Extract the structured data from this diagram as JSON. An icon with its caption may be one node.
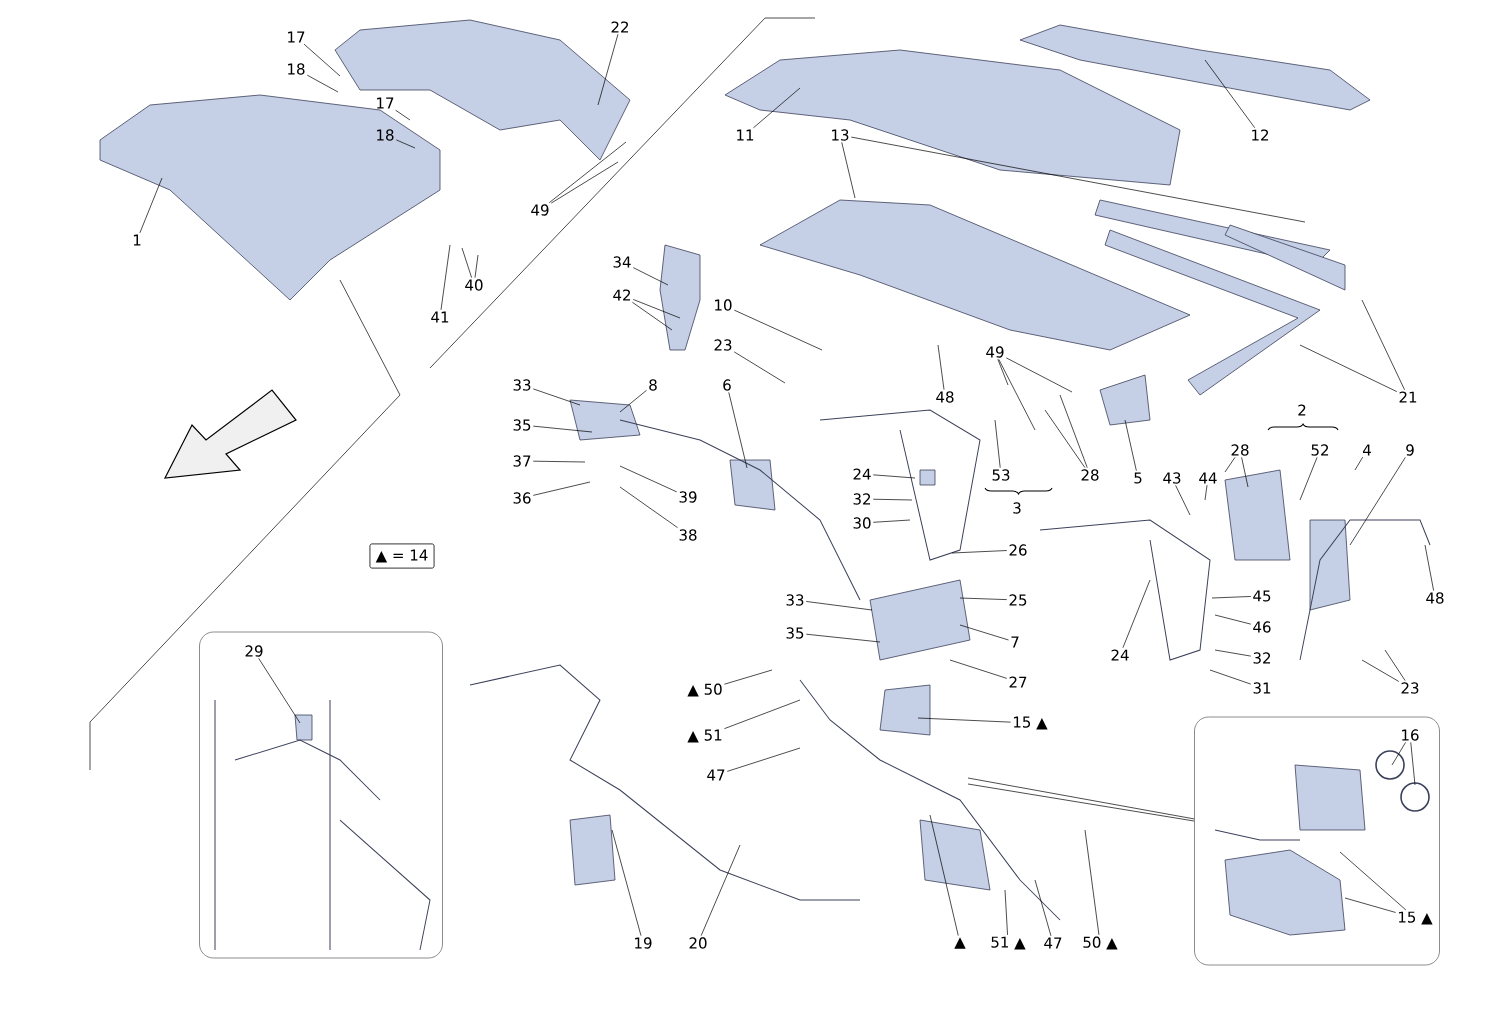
{
  "diagram": {
    "nodes": [
      {
        "text": [
          "17"
        ]
      },
      {
        "text": [
          "18"
        ]
      },
      {
        "text": [
          "22"
        ]
      },
      {
        "text": [
          "17"
        ]
      },
      {
        "text": [
          "18"
        ]
      },
      {
        "text": [
          "1"
        ]
      },
      {
        "text": [
          "49"
        ]
      },
      {
        "text": [
          "40"
        ]
      },
      {
        "text": [
          "41"
        ]
      },
      {
        "text": [
          "11"
        ]
      },
      {
        "text": [
          "13"
        ]
      },
      {
        "text": [
          "12"
        ]
      },
      {
        "text": [
          "34"
        ]
      },
      {
        "text": [
          "42"
        ]
      },
      {
        "text": [
          "10"
        ]
      },
      {
        "text": [
          "23"
        ]
      },
      {
        "text": [
          "49"
        ]
      },
      {
        "text": [
          "48"
        ]
      },
      {
        "text": [
          "21"
        ]
      },
      {
        "text": [
          "33"
        ]
      },
      {
        "text": [
          "8"
        ]
      },
      {
        "text": [
          "6"
        ]
      },
      {
        "text": [
          "35"
        ]
      },
      {
        "text": [
          "2"
        ]
      },
      {
        "text": [
          "28"
        ]
      },
      {
        "text": [
          "52"
        ]
      },
      {
        "text": [
          "4"
        ]
      },
      {
        "text": [
          "9"
        ]
      },
      {
        "text": [
          "37"
        ]
      },
      {
        "text": [
          "24"
        ]
      },
      {
        "text": [
          "53"
        ]
      },
      {
        "text": [
          "28"
        ]
      },
      {
        "text": [
          "5"
        ]
      },
      {
        "text": [
          "43"
        ]
      },
      {
        "text": [
          "44"
        ]
      },
      {
        "text": [
          "39"
        ]
      },
      {
        "text": [
          "36"
        ]
      },
      {
        "text": [
          "32"
        ]
      },
      {
        "text": [
          "3"
        ]
      },
      {
        "text": [
          "30"
        ]
      },
      {
        "text": [
          "38"
        ]
      },
      {
        "text": [
          "26"
        ]
      },
      {
        "text": [
          "▲ = 14"
        ]
      },
      {
        "text": [
          "45"
        ]
      },
      {
        "text": [
          "48"
        ]
      },
      {
        "text": [
          "33"
        ]
      },
      {
        "text": [
          "25"
        ]
      },
      {
        "text": [
          "46"
        ]
      },
      {
        "text": [
          "35"
        ]
      },
      {
        "text": [
          "7"
        ]
      },
      {
        "text": [],
        "shape": "box"
      },
      {
        "text": [
          "29"
        ],
        "in": 50
      },
      {
        "text": [
          "24"
        ]
      },
      {
        "text": [
          "32"
        ]
      },
      {
        "text": [
          "27"
        ]
      },
      {
        "text": [
          "31"
        ]
      },
      {
        "text": [
          "23"
        ]
      },
      {
        "text": [
          "▲ 50"
        ]
      },
      {
        "text": [],
        "shape": "box"
      },
      {
        "text": [
          "15 ▲"
        ]
      },
      {
        "text": [
          "16"
        ],
        "in": 58
      },
      {
        "text": [
          "▲ 51"
        ]
      },
      {
        "text": [
          "47"
        ]
      },
      {
        "text": [
          "15 ▲"
        ],
        "in": 58
      },
      {
        "text": [
          "19"
        ]
      },
      {
        "text": [
          "20"
        ]
      },
      {
        "text": [
          "▲"
        ]
      },
      {
        "text": [
          "51 ▲"
        ]
      },
      {
        "text": [
          "47"
        ]
      },
      {
        "text": [
          "50 ▲"
        ]
      }
    ],
    "edges": [
      {
        "from": 0,
        "to": null,
        "arrow": "none"
      },
      {
        "from": 1,
        "to": null,
        "arrow": "none"
      },
      {
        "from": 2,
        "to": null,
        "arrow": "none"
      },
      {
        "from": 3,
        "to": null,
        "arrow": "none"
      },
      {
        "from": 4,
        "to": null,
        "arrow": "none"
      },
      {
        "from": 5,
        "to": null,
        "arrow": "none"
      },
      {
        "from": 6,
        "to": null,
        "arrow": "none"
      },
      {
        "from": 6,
        "to": null,
        "arrow": "none"
      },
      {
        "from": 7,
        "to": null,
        "arrow": "none"
      },
      {
        "from": 7,
        "to": null,
        "arrow": "none"
      },
      {
        "from": 8,
        "to": null,
        "arrow": "none"
      },
      {
        "from": 9,
        "to": null,
        "arrow": "none"
      },
      {
        "from": 10,
        "to": null,
        "arrow": "none"
      },
      {
        "from": 10,
        "to": null,
        "arrow": "none"
      },
      {
        "from": 11,
        "to": null,
        "arrow": "none"
      },
      {
        "from": 12,
        "to": null,
        "arrow": "none"
      },
      {
        "from": 13,
        "to": null,
        "arrow": "none"
      },
      {
        "from": 13,
        "to": null,
        "arrow": "none"
      },
      {
        "from": 14,
        "to": null,
        "arrow": "none"
      },
      {
        "from": 15,
        "to": null,
        "arrow": "none"
      },
      {
        "from": 16,
        "to": null,
        "arrow": "none"
      },
      {
        "from": 16,
        "to": null,
        "arrow": "none"
      },
      {
        "from": 16,
        "to": null,
        "arrow": "none"
      },
      {
        "from": 17,
        "to": null,
        "arrow": "none"
      },
      {
        "from": 18,
        "to": null,
        "arrow": "none"
      },
      {
        "from": 18,
        "to": null,
        "arrow": "none"
      },
      {
        "from": 19,
        "to": null,
        "arrow": "none"
      },
      {
        "from": 20,
        "to": null,
        "arrow": "none"
      },
      {
        "from": 21,
        "to": null,
        "arrow": "none"
      },
      {
        "from": 22,
        "to": null,
        "arrow": "none"
      },
      {
        "from": 24,
        "to": null,
        "arrow": "none"
      },
      {
        "from": 24,
        "to": null,
        "arrow": "none"
      },
      {
        "from": 25,
        "to": null,
        "arrow": "none"
      },
      {
        "from": 26,
        "to": null,
        "arrow": "none"
      },
      {
        "from": 27,
        "to": null,
        "arrow": "none"
      },
      {
        "from": 28,
        "to": null,
        "arrow": "none"
      },
      {
        "from": 29,
        "to": null,
        "arrow": "none"
      },
      {
        "from": 30,
        "to": null,
        "arrow": "none"
      },
      {
        "from": 31,
        "to": null,
        "arrow": "none"
      },
      {
        "from": 31,
        "to": null,
        "arrow": "none"
      },
      {
        "from": 32,
        "to": null,
        "arrow": "none"
      },
      {
        "from": 33,
        "to": null,
        "arrow": "none"
      },
      {
        "from": 34,
        "to": null,
        "arrow": "none"
      },
      {
        "from": 35,
        "to": null,
        "arrow": "none"
      },
      {
        "from": 36,
        "to": null,
        "arrow": "none"
      },
      {
        "from": 37,
        "to": null,
        "arrow": "none"
      },
      {
        "from": 39,
        "to": null,
        "arrow": "none"
      },
      {
        "from": 40,
        "to": null,
        "arrow": "none"
      },
      {
        "from": 41,
        "to": null,
        "arrow": "none"
      },
      {
        "from": 43,
        "to": null,
        "arrow": "none"
      },
      {
        "from": 44,
        "to": null,
        "arrow": "none"
      },
      {
        "from": 45,
        "to": null,
        "arrow": "none"
      },
      {
        "from": 46,
        "to": null,
        "arrow": "none"
      },
      {
        "from": 47,
        "to": null,
        "arrow": "none"
      },
      {
        "from": 48,
        "to": null,
        "arrow": "none"
      },
      {
        "from": 49,
        "to": null,
        "arrow": "none"
      },
      {
        "from": 51,
        "to": null,
        "arrow": "none"
      },
      {
        "from": 52,
        "to": null,
        "arrow": "none"
      },
      {
        "from": 53,
        "to": null,
        "arrow": "none"
      },
      {
        "from": 54,
        "to": null,
        "arrow": "none"
      },
      {
        "from": 55,
        "to": null,
        "arrow": "none"
      },
      {
        "from": 56,
        "to": null,
        "arrow": "none"
      },
      {
        "from": 56,
        "to": null,
        "arrow": "none"
      },
      {
        "from": 57,
        "to": null,
        "arrow": "none"
      },
      {
        "from": 58,
        "to": null,
        "arrow": "none"
      },
      {
        "from": 58,
        "to": null,
        "arrow": "none"
      },
      {
        "from": 59,
        "to": null,
        "arrow": "none"
      },
      {
        "from": 60,
        "to": null,
        "arrow": "none"
      },
      {
        "from": 60,
        "to": null,
        "arrow": "none"
      },
      {
        "from": 61,
        "to": null,
        "arrow": "none"
      },
      {
        "from": 62,
        "to": null,
        "arrow": "none"
      },
      {
        "from": 63,
        "to": null,
        "arrow": "none"
      },
      {
        "from": 63,
        "to": null,
        "arrow": "none"
      },
      {
        "from": 64,
        "to": null,
        "arrow": "none"
      },
      {
        "from": 65,
        "to": null,
        "arrow": "none"
      },
      {
        "from": 66,
        "to": null,
        "arrow": "none"
      },
      {
        "from": 67,
        "to": null,
        "arrow": "none"
      },
      {
        "from": 68,
        "to": null,
        "arrow": "none"
      },
      {
        "from": 69,
        "to": null,
        "arrow": "none"
      }
    ]
  }
}
